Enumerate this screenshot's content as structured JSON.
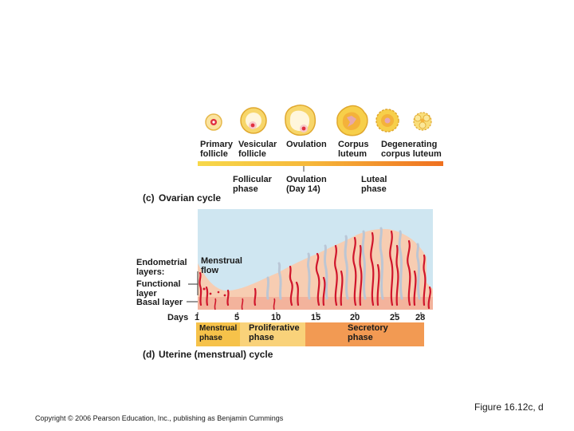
{
  "ovarian": {
    "stages": [
      {
        "label": "Primary\nfollicle"
      },
      {
        "label": "Vesicular\nfollicle"
      },
      {
        "label": "Ovulation"
      },
      {
        "label": "Corpus\nluteum"
      },
      {
        "label": "Degenerating\ncorpus luteum"
      }
    ],
    "phases": [
      {
        "label": "Follicular\nphase"
      },
      {
        "label": "Ovulation\n(Day 14)"
      },
      {
        "label": "Luteal\nphase"
      }
    ],
    "panel_letter": "(c)",
    "panel_title": "Ovarian cycle"
  },
  "uterine": {
    "side_labels": {
      "endometrial": "Endometrial\nlayers:",
      "functional": "Functional\nlayer",
      "basal": "Basal layer"
    },
    "menstrual_flow": "Menstrual\nflow",
    "days_label": "Days",
    "day_ticks": [
      "1",
      "5",
      "10",
      "15",
      "20",
      "25",
      "28"
    ],
    "phases": [
      {
        "label": "Menstrual\nphase",
        "color": "#f6c24a"
      },
      {
        "label": "Proliferative\nphase",
        "color": "#f9d27a"
      },
      {
        "label": "Secretory\nphase",
        "color": "#f29a53"
      }
    ],
    "panel_letter": "(d)",
    "panel_title": "Uterine (menstrual) cycle"
  },
  "colors": {
    "sky": "#cfe6f1",
    "tissue": "#f7cdb2",
    "basal": "#f3b39c",
    "vessel": "#d0152b",
    "gland": "#b9c6d6",
    "gradient_start": "#f7d84a",
    "gradient_end": "#ef7020"
  },
  "figure_label": "Figure 16.12c, d",
  "copyright": "Copyright © 2006 Pearson Education, Inc., publishing as Benjamin Cummings"
}
